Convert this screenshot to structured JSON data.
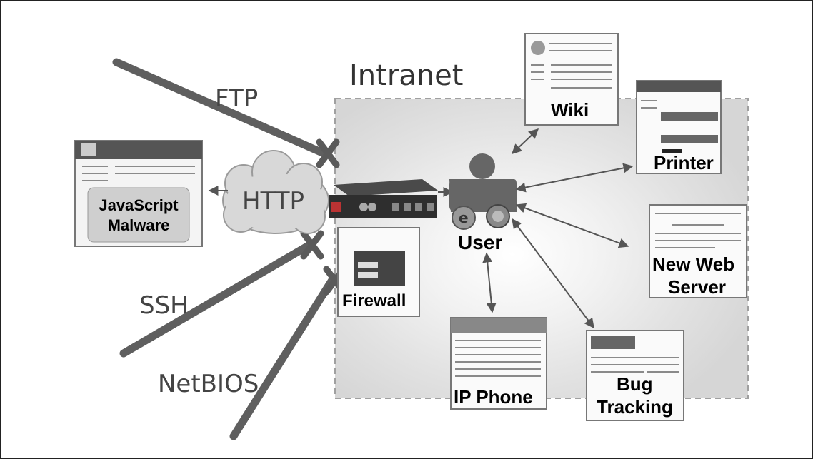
{
  "intranet": {
    "title": "Intranet"
  },
  "protocols": {
    "ftp": "FTP",
    "http": "HTTP",
    "ssh": "SSH",
    "netbios": "NetBIOS"
  },
  "attacker": {
    "label_line1": "JavaScript",
    "label_line2": "Malware"
  },
  "user": {
    "label": "User"
  },
  "devices": {
    "wiki": "Wiki",
    "printer": "Printer",
    "web_server_line1": "New Web",
    "web_server_line2": "Server",
    "firewall": "Firewall",
    "ip_phone": "IP Phone",
    "bug_line1": "Bug",
    "bug_line2": "Tracking"
  }
}
